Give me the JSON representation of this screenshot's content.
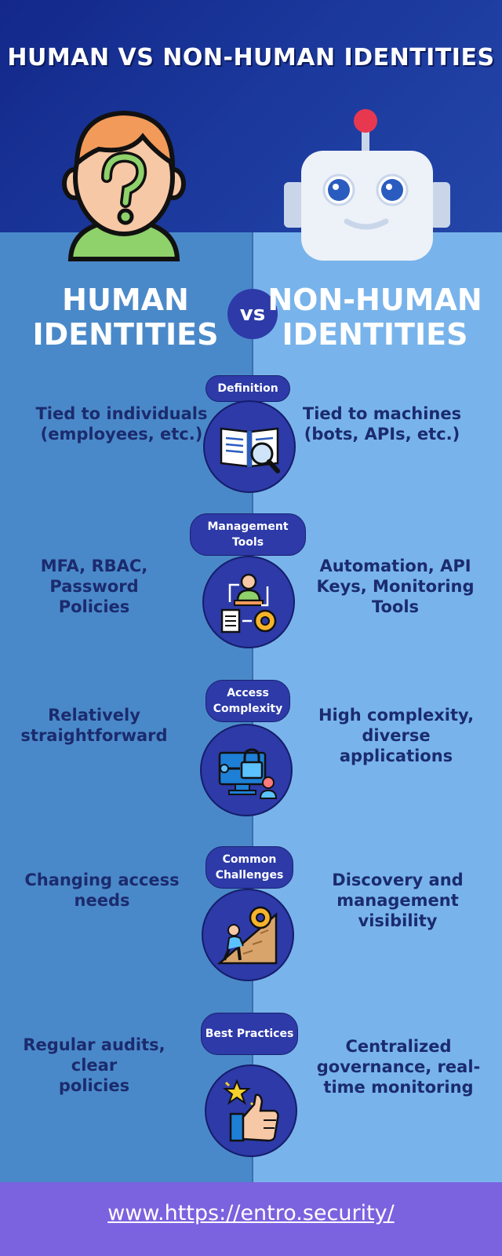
{
  "title": "HUMAN VS NON-HUMAN IDENTITIES",
  "left_heading": [
    "HUMAN",
    "IDENTITIES"
  ],
  "vs_label": "vs",
  "right_heading": [
    "NON-HUMAN",
    "IDENTITIES"
  ],
  "rows": [
    {
      "category": [
        "Definition"
      ],
      "icon": "book-magnifier-icon",
      "human": [
        "Tied to individuals",
        "(employees, etc.)"
      ],
      "nonhuman": [
        "Tied to machines",
        "(bots, APIs, etc.)"
      ]
    },
    {
      "category": [
        "Management",
        "Tools"
      ],
      "icon": "manager-workflow-icon",
      "human": [
        "MFA, RBAC,",
        "Password",
        "Policies"
      ],
      "nonhuman": [
        "Automation, API",
        "Keys, Monitoring",
        "Tools"
      ]
    },
    {
      "category": [
        "Access",
        "Complexity"
      ],
      "icon": "access-lock-icon",
      "human": [
        "Relatively",
        "straightforward"
      ],
      "nonhuman": [
        "High complexity,",
        "diverse",
        "applications"
      ]
    },
    {
      "category": [
        "Common",
        "Challenges"
      ],
      "icon": "climbing-gear-icon",
      "human": [
        "Changing access",
        "needs"
      ],
      "nonhuman": [
        "Discovery and",
        "management",
        "visibility"
      ]
    },
    {
      "category": [
        "Best Practices"
      ],
      "icon": "thumbs-up-star-icon",
      "human": [
        "Regular audits, clear",
        "policies"
      ],
      "nonhuman": [
        "Centralized",
        "governance, real-",
        "time monitoring"
      ]
    }
  ],
  "footer_link": "www.https://entro.security/"
}
